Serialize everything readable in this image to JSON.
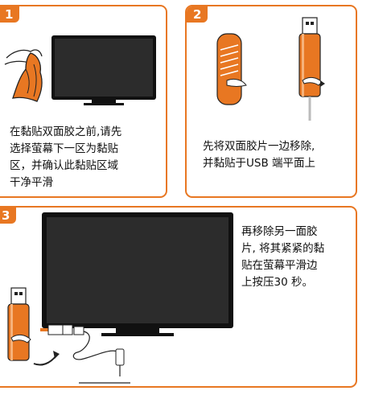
{
  "colors": {
    "accent": "#e87722",
    "dark": "#2c2c2c",
    "bezel": "#111111"
  },
  "steps": [
    {
      "number": "1",
      "text": "在黏贴双面胶之前,请先\n选择萤幕下一区为黏贴\n区，并确认此黏贴区域\n干净平滑"
    },
    {
      "number": "2",
      "text": "先将双面胶片一边移除,\n并黏贴于USB 端平面上"
    },
    {
      "number": "3",
      "text": "再移除另一面胶\n片, 将其紧紧的黏\n贴在萤幕平滑边\n上按压30 秒。"
    }
  ],
  "icons": {
    "cloth": "cleaning-cloth-icon",
    "monitor": "monitor-icon",
    "usb": "usb-stick-icon",
    "tape": "double-sided-tape-icon",
    "arrow": "curved-arrow-icon"
  }
}
